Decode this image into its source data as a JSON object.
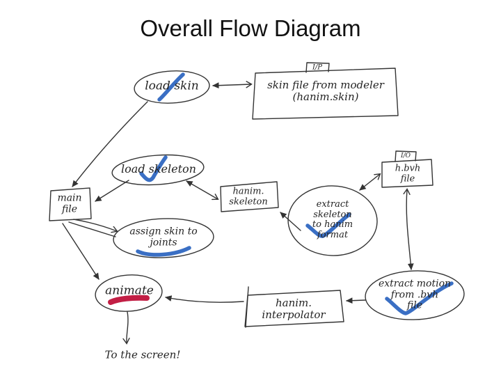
{
  "slide": {
    "title": "Overall Flow Diagram"
  },
  "diagram": {
    "nodes": {
      "load_skin": {
        "label": "load skin",
        "shape": "ellipse",
        "annotation": "blue-check"
      },
      "skin_file": {
        "label": "skin file from modeler\n(hanim.skin)",
        "shape": "rect",
        "tab": "I/P"
      },
      "load_skeleton": {
        "label": "load skeleton",
        "shape": "ellipse",
        "annotation": "blue-check"
      },
      "main_file": {
        "label": "main\nfile",
        "shape": "rect"
      },
      "hanim_skeleton": {
        "label": "hanim.\nskeleton",
        "shape": "rect"
      },
      "extract_skeleton": {
        "label": "extract\nskeleton\nto hanim\nformat",
        "shape": "ellipse",
        "annotation": "blue-check"
      },
      "hbvh_file": {
        "label": "h.bvh\nfile",
        "shape": "rect",
        "tab": "I/O"
      },
      "assign_skin": {
        "label": "assign skin to\njoints",
        "shape": "ellipse",
        "annotation": "blue-underline"
      },
      "animate": {
        "label": "animate",
        "shape": "ellipse",
        "annotation": "red-underline"
      },
      "hanim_interpolator": {
        "label": "hanim.\ninterpolator",
        "shape": "rect"
      },
      "extract_motion": {
        "label": "extract motion\nfrom .bvh\nfile",
        "shape": "ellipse",
        "annotation": "blue-check"
      },
      "to_screen": {
        "label": "To the screen!",
        "shape": "text"
      }
    },
    "edges": [
      {
        "from": "load_skin",
        "to": "skin_file",
        "bidirectional": true
      },
      {
        "from": "load_skin",
        "to": "main_file"
      },
      {
        "from": "load_skeleton",
        "to": "main_file"
      },
      {
        "from": "load_skeleton",
        "to": "hanim_skeleton",
        "bidirectional": true
      },
      {
        "from": "extract_skeleton",
        "to": "hanim_skeleton"
      },
      {
        "from": "extract_skeleton",
        "to": "hbvh_file",
        "bidirectional": true
      },
      {
        "from": "hbvh_file",
        "to": "extract_motion",
        "bidirectional": true
      },
      {
        "from": "extract_motion",
        "to": "hanim_interpolator"
      },
      {
        "from": "hanim_interpolator",
        "to": "animate"
      },
      {
        "from": "main_file",
        "to": "assign_skin"
      },
      {
        "from": "main_file",
        "to": "animate"
      },
      {
        "from": "animate",
        "to": "to_screen"
      }
    ],
    "colors": {
      "ink": "#333333",
      "check_blue": "#3a6fc4",
      "highlight_red": "#c21f45",
      "background": "#ffffff",
      "title_color": "#111111"
    }
  }
}
